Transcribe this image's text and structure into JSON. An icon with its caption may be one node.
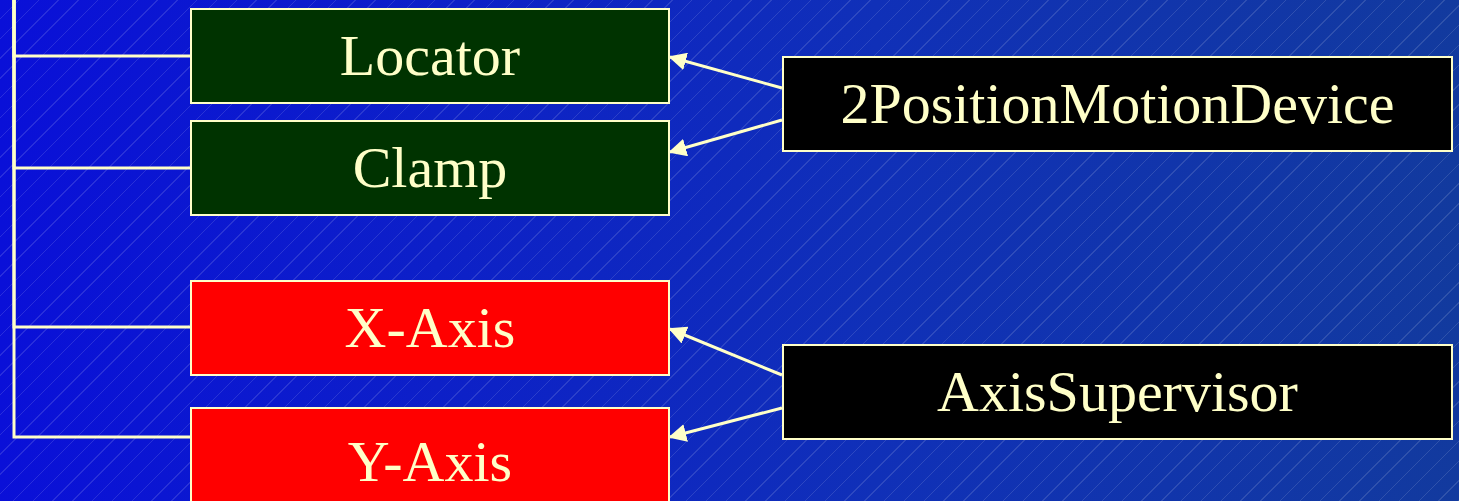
{
  "diagram": {
    "nodes": [
      {
        "text": [
          "Locator"
        ]
      },
      {
        "text": [
          "Clamp"
        ]
      },
      {
        "text": [
          "X-Axis"
        ]
      },
      {
        "text": [
          "Y-Axis"
        ]
      },
      {
        "text": [
          "2PositionMotionDevice"
        ]
      },
      {
        "text": [
          "AxisSupervisor"
        ]
      }
    ],
    "edges": [
      {
        "from": null,
        "to": 0,
        "arrow": "none"
      },
      {
        "from": null,
        "to": 1,
        "arrow": "none"
      },
      {
        "from": null,
        "to": 2,
        "arrow": "none"
      },
      {
        "from": null,
        "to": 3,
        "arrow": "none"
      },
      {
        "from": 4,
        "to": 0,
        "arrow": "to"
      },
      {
        "from": 4,
        "to": 1,
        "arrow": "to"
      },
      {
        "from": 5,
        "to": 2,
        "arrow": "to"
      },
      {
        "from": 5,
        "to": 3,
        "arrow": "to"
      }
    ]
  }
}
